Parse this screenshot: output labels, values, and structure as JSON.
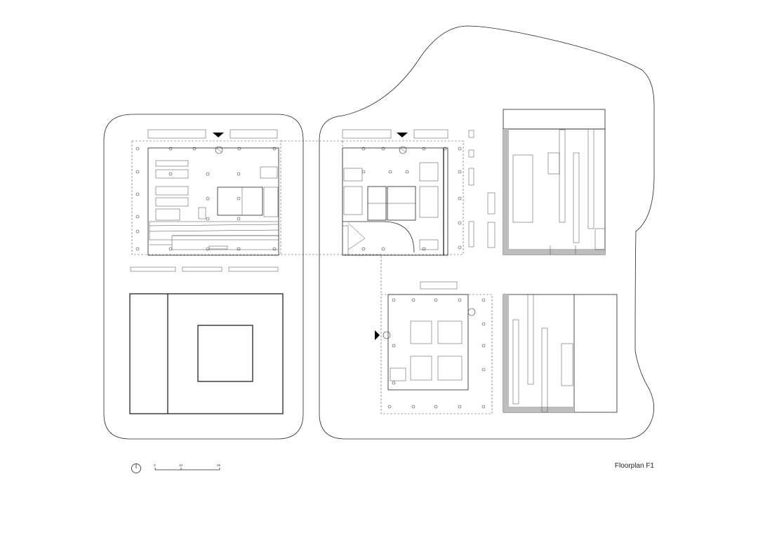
{
  "drawing": {
    "title": "Floorplan F1"
  },
  "scale_bar": {
    "ticks": [
      "0",
      "10",
      "25"
    ]
  },
  "north_arrow": {
    "icon": "north-arrow-icon"
  },
  "entrance_markers": {
    "icon": "entrance-triangle-icon",
    "count": 3
  }
}
